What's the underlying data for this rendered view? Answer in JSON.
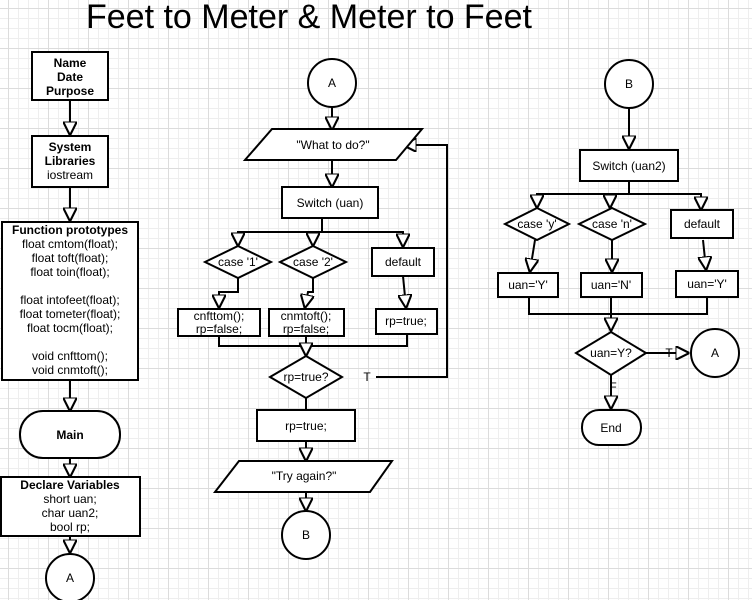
{
  "title": "Feet to Meter & Meter to Feet",
  "col1": {
    "header": [
      "Name",
      "Date",
      "Purpose"
    ],
    "libraries": [
      "System",
      "Libraries",
      "iostream"
    ],
    "prototypes": [
      "Function prototypes",
      "float cmtom(float);",
      "float toft(float);",
      "float toin(float);",
      "",
      "float intofeet(float);",
      "float tometer(float);",
      "float tocm(float);",
      "",
      "void cnfttom();",
      "void cnmtoft();"
    ],
    "main": "Main",
    "variables": [
      "Declare Variables",
      "short uan;",
      "char uan2;",
      "bool rp;"
    ],
    "connector": "A"
  },
  "col2": {
    "connector_top": "A",
    "input_what": "\"What to do?\"",
    "switch": "Switch (uan)",
    "case1": "case '1'",
    "case2": "case '2'",
    "default": "default",
    "proc1": [
      "cnfttom();",
      "rp=false;"
    ],
    "proc2": [
      "cnmtoft();",
      "rp=false;"
    ],
    "proc3": "rp=true;",
    "decision": "rp=true?",
    "true_label": "T",
    "set_rp": "rp=true;",
    "input_try": "\"Try again?\"",
    "connector_bottom": "B"
  },
  "col3": {
    "connector_top": "B",
    "switch": "Switch (uan2)",
    "case_y": "case 'y'",
    "case_n": "case 'n'",
    "default": "default",
    "proc_y": "uan='Y'",
    "proc_n": "uan='N'",
    "proc_d": "uan='Y'",
    "decision": "uan=Y?",
    "true_label": "T",
    "false_label": "F",
    "connector_right": "A",
    "end": "End"
  }
}
